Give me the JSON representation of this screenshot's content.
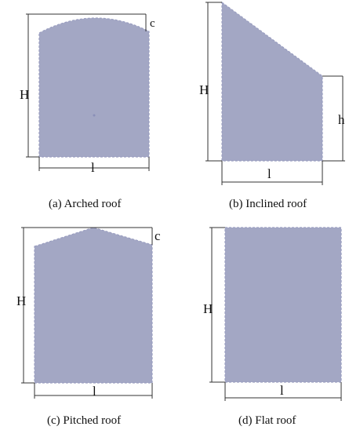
{
  "colors": {
    "shape_fill": "#a3a7c4",
    "shape_edge": "#9a9ec0",
    "dimension_line": "#333333",
    "background": "#ffffff"
  },
  "panels": [
    {
      "id": "a",
      "caption": "(a) Arched roof",
      "labels": {
        "height": "H",
        "width": "l",
        "rise": "c"
      }
    },
    {
      "id": "b",
      "caption": "(b) Inclined roof",
      "labels": {
        "height": "H",
        "width": "l",
        "low_height": "h"
      }
    },
    {
      "id": "c",
      "caption": "(c) Pitched roof",
      "labels": {
        "height": "H",
        "width": "l",
        "rise": "c"
      }
    },
    {
      "id": "d",
      "caption": "(d) Flat roof",
      "labels": {
        "height": "H",
        "width": "l"
      }
    }
  ]
}
